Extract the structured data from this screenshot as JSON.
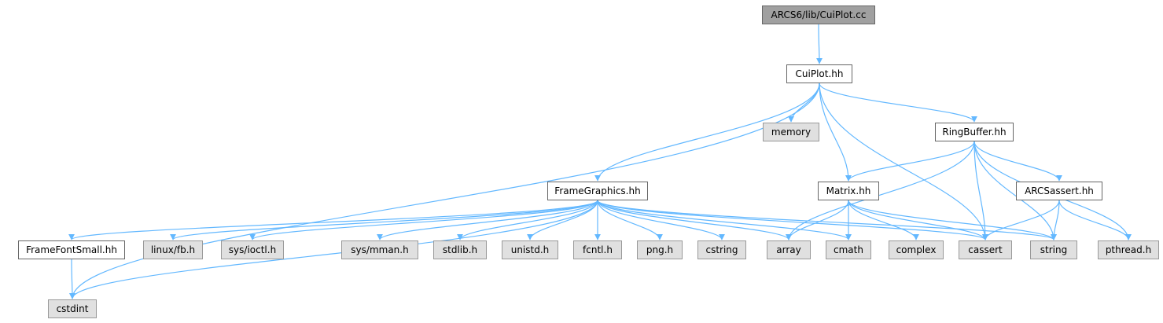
{
  "title": "ARCS6/lib/CuiPlot.cc",
  "colors": {
    "edge": "#63b8ff",
    "root_fill": "#a0a0a0",
    "local_fill": "#ffffff",
    "system_fill": "#e0e0e0"
  },
  "nodes": {
    "root": "ARCS6/lib/CuiPlot.cc",
    "cuiplot_hh": "CuiPlot.hh",
    "memory": "memory",
    "ringbuffer_hh": "RingBuffer.hh",
    "framegraphics_hh": "FrameGraphics.hh",
    "matrix_hh": "Matrix.hh",
    "arcsassert_hh": "ARCSassert.hh",
    "framefontsmall_hh": "FrameFontSmall.hh",
    "linux_fb_h": "linux/fb.h",
    "sys_ioctl_h": "sys/ioctl.h",
    "sys_mman_h": "sys/mman.h",
    "stdlib_h": "stdlib.h",
    "unistd_h": "unistd.h",
    "fcntl_h": "fcntl.h",
    "png_h": "png.h",
    "cstring": "cstring",
    "array": "array",
    "cmath": "cmath",
    "complex": "complex",
    "cassert": "cassert",
    "string": "string",
    "pthread_h": "pthread.h",
    "cstdint": "cstdint"
  },
  "edges": [
    [
      "root",
      "cuiplot_hh"
    ],
    [
      "cuiplot_hh",
      "cstdint"
    ],
    [
      "cuiplot_hh",
      "memory"
    ],
    [
      "cuiplot_hh",
      "framegraphics_hh"
    ],
    [
      "cuiplot_hh",
      "matrix_hh"
    ],
    [
      "cuiplot_hh",
      "cassert"
    ],
    [
      "cuiplot_hh",
      "ringbuffer_hh"
    ],
    [
      "ringbuffer_hh",
      "array"
    ],
    [
      "ringbuffer_hh",
      "matrix_hh"
    ],
    [
      "ringbuffer_hh",
      "arcsassert_hh"
    ],
    [
      "ringbuffer_hh",
      "cassert"
    ],
    [
      "ringbuffer_hh",
      "string"
    ],
    [
      "ringbuffer_hh",
      "pthread_h"
    ],
    [
      "framegraphics_hh",
      "framefontsmall_hh"
    ],
    [
      "framegraphics_hh",
      "linux_fb_h"
    ],
    [
      "framegraphics_hh",
      "sys_ioctl_h"
    ],
    [
      "framegraphics_hh",
      "sys_mman_h"
    ],
    [
      "framegraphics_hh",
      "stdlib_h"
    ],
    [
      "framegraphics_hh",
      "unistd_h"
    ],
    [
      "framegraphics_hh",
      "fcntl_h"
    ],
    [
      "framegraphics_hh",
      "png_h"
    ],
    [
      "framegraphics_hh",
      "cstring"
    ],
    [
      "framegraphics_hh",
      "array"
    ],
    [
      "framegraphics_hh",
      "cmath"
    ],
    [
      "framegraphics_hh",
      "cassert"
    ],
    [
      "framegraphics_hh",
      "string"
    ],
    [
      "framegraphics_hh",
      "cstdint"
    ],
    [
      "framefontsmall_hh",
      "cstdint"
    ],
    [
      "matrix_hh",
      "array"
    ],
    [
      "matrix_hh",
      "cmath"
    ],
    [
      "matrix_hh",
      "complex"
    ],
    [
      "matrix_hh",
      "cassert"
    ],
    [
      "matrix_hh",
      "string"
    ],
    [
      "arcsassert_hh",
      "cassert"
    ],
    [
      "arcsassert_hh",
      "string"
    ],
    [
      "arcsassert_hh",
      "pthread_h"
    ]
  ]
}
